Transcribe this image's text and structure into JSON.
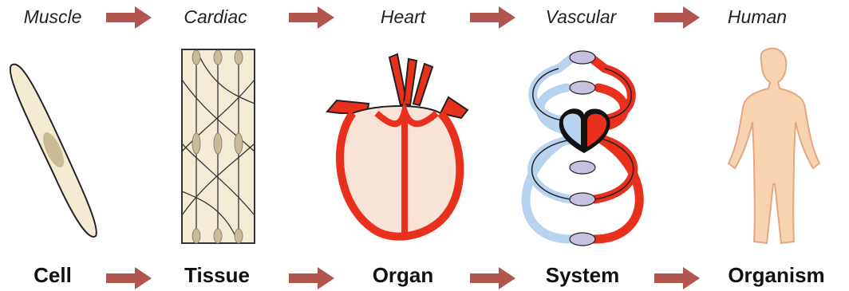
{
  "levels": [
    {
      "top": "Muscle",
      "bottom": "Cell"
    },
    {
      "top": "Cardiac",
      "bottom": "Tissue"
    },
    {
      "top": "Heart",
      "bottom": "Organ"
    },
    {
      "top": "Vascular",
      "bottom": "System"
    },
    {
      "top": "Human",
      "bottom": "Organism"
    }
  ],
  "colors": {
    "arrow": "#b3554f",
    "blood_red": "#e8301c",
    "blood_blue": "#b7d3f0",
    "cell_fill": "#f3ecd2",
    "nucleus": "#c9bc95",
    "skin": "#f8d3b2"
  }
}
